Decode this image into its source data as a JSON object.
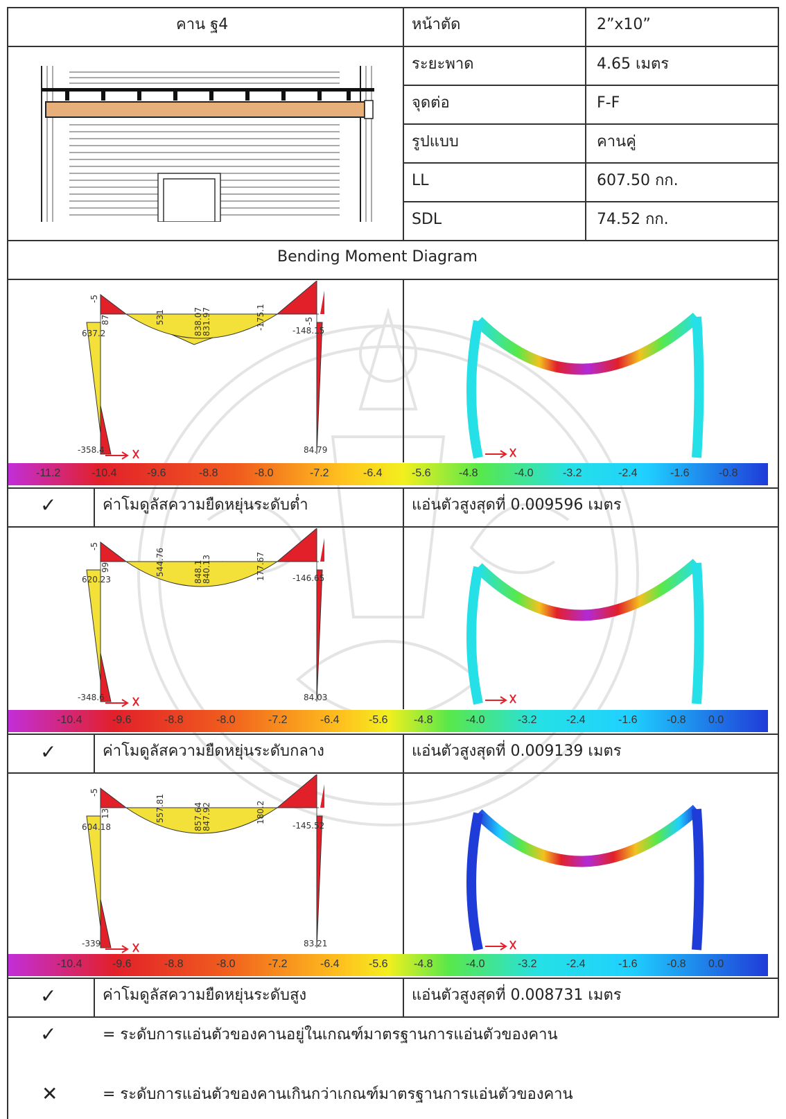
{
  "header": {
    "beam_name": "คาน ฐ4",
    "section_label": "หน้าตัด",
    "section_value": "2”x10”",
    "span_label": "ระยะพาด",
    "span_value": "4.65 เมตร",
    "joint_label": "จุดต่อ",
    "joint_value": "F-F",
    "type_label": "รูปแบบ",
    "type_value": "คานคู่",
    "ll_label": "LL",
    "ll_value": "607.50 กก.",
    "sdl_label": "SDL",
    "sdl_value": "74.52 กก."
  },
  "diagram_title": "Bending Moment Diagram",
  "panels": [
    {
      "labels": [
        "-5",
        "87",
        "637.2",
        "531",
        "838.07",
        "831.97",
        "-175.1",
        "-5",
        "-148.15",
        "-358.4",
        "84.79"
      ],
      "result_mark": "✓",
      "modulus": "ค่าโมดูลัสความยืดหยุ่นระดับต่ำ",
      "deflection": "แอ่นตัวสูงสุดที่ 0.009596 เมตร"
    },
    {
      "labels": [
        "-5",
        "99",
        "620.23",
        "544.76",
        "848.1",
        "840.13",
        "177.67",
        "-146.65",
        "-348.6",
        "84.03"
      ],
      "result_mark": "✓",
      "modulus": "ค่าโมดูลัสความยืดหยุ่นระดับกลาง",
      "deflection": "แอ่นตัวสูงสุดที่ 0.009139 เมตร"
    },
    {
      "labels": [
        "-5",
        "13",
        "604.18",
        "557.81",
        "857.64",
        "847.92",
        "180.2",
        "-145.52",
        "-339",
        "83.21"
      ],
      "result_mark": "✓",
      "modulus": "ค่าโมดูลัสความยืดหยุ่นระดับสูง",
      "deflection": "แอ่นตัวสูงสุดที่ 0.008731 เมตร"
    }
  ],
  "colorbars": [
    [
      "-11.2",
      "-10.4",
      "-9.6",
      "-8.8",
      "-8.0",
      "-7.2",
      "-6.4",
      "-5.6",
      "-4.8",
      "-4.0",
      "-3.2",
      "-2.4",
      "-1.6",
      "-0.8"
    ],
    [
      "-10.4",
      "-9.6",
      "-8.8",
      "-8.0",
      "-7.2",
      "-6.4",
      "-5.6",
      "-4.8",
      "-4.0",
      "-3.2",
      "-2.4",
      "-1.6",
      "-0.8",
      "0.0"
    ],
    [
      "-10.4",
      "-9.6",
      "-8.8",
      "-8.0",
      "-7.2",
      "-6.4",
      "-5.6",
      "-4.8",
      "-4.0",
      "-3.2",
      "-2.4",
      "-1.6",
      "-0.8",
      "0.0"
    ]
  ],
  "legend": {
    "pass_mark": "✓",
    "pass_text": "= ระดับการแอ่นตัวของคานอยู่ในเกณฑ์มาตรฐานการแอ่นตัวของคาน",
    "fail_mark": "✕",
    "fail_text": "= ระดับการแอ่นตัวของคานเกินกว่าเกณฑ์มาตรฐานการแอ่นตัวของคาน"
  },
  "colors": {
    "beam_wood": "#e7b07a",
    "moment_positive": "#f3e13a",
    "moment_negative": "#e2202a",
    "deflection_low": "#25e0e6",
    "deflection_high": "#b22ad6"
  }
}
